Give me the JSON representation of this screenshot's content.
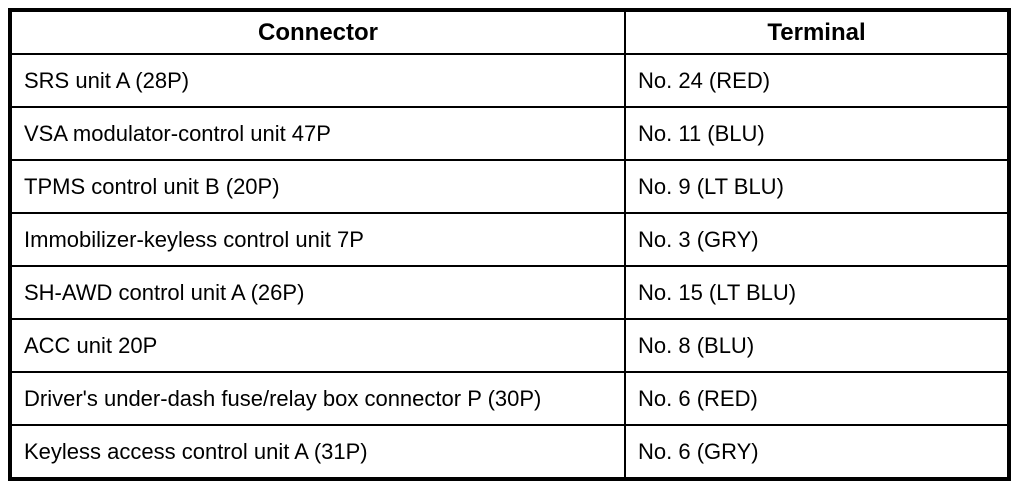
{
  "table": {
    "columns": [
      {
        "key": "connector",
        "label": "Connector"
      },
      {
        "key": "terminal",
        "label": "Terminal"
      }
    ],
    "rows": [
      {
        "connector": "SRS unit A (28P)",
        "terminal": "No. 24 (RED)"
      },
      {
        "connector": "VSA modulator-control unit 47P",
        "terminal": "No. 11 (BLU)"
      },
      {
        "connector": "TPMS control unit B (20P)",
        "terminal": "No. 9 (LT BLU)"
      },
      {
        "connector": "Immobilizer-keyless control unit 7P",
        "terminal": "No. 3 (GRY)"
      },
      {
        "connector": "SH-AWD control unit A (26P)",
        "terminal": "No. 15 (LT BLU)"
      },
      {
        "connector": "ACC unit 20P",
        "terminal": "No. 8 (BLU)"
      },
      {
        "connector": "Driver's under-dash fuse/relay box connector P (30P)",
        "terminal": "No. 6 (RED)"
      },
      {
        "connector": "Keyless access control unit A (31P)",
        "terminal": "No. 6 (GRY)"
      }
    ],
    "colors": {
      "border": "#000000",
      "background": "#ffffff",
      "text": "#000000"
    }
  }
}
